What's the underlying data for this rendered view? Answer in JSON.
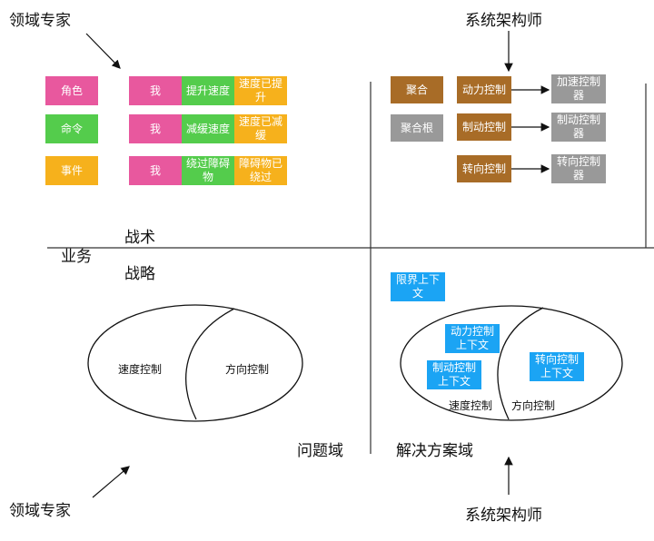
{
  "labels": {
    "domain_expert_top": "领域专家",
    "architect_top": "系统架构师",
    "domain_expert_bottom": "领域专家",
    "architect_bottom": "系统架构师",
    "business": "业务",
    "tactical": "战术",
    "strategic": "战略",
    "problem_domain": "问题域",
    "solution_domain": "解决方案域"
  },
  "tactical_business": {
    "types": [
      "角色",
      "命令",
      "事件"
    ],
    "rows": [
      {
        "actor": "我",
        "command": "提升速度",
        "event": "速度已提升"
      },
      {
        "actor": "我",
        "command": "减缓速度",
        "event": "速度已减缓"
      },
      {
        "actor": "我",
        "command": "绕过障碍物",
        "event": "障碍物已绕过"
      }
    ]
  },
  "tactical_solution": {
    "aggregate": "聚合",
    "aggregate_root": "聚合根",
    "controls": [
      "动力控制",
      "制动控制",
      "转向控制"
    ],
    "devices": [
      "加速控制器",
      "制动控制器",
      "转向控制器"
    ]
  },
  "problem_space": {
    "subdomains": [
      "速度控制",
      "方向控制"
    ]
  },
  "solution_space": {
    "bounded_context": "限界上下文",
    "contexts": [
      "动力控制上下文",
      "制动控制上下文",
      "转向控制上下文"
    ],
    "subdomain_labels": [
      "速度控制",
      "方向控制"
    ]
  },
  "colors": {
    "actor": "#e8589e",
    "command": "#54cc4c",
    "event": "#f6b11c",
    "aggregate": "#a86c27",
    "device": "#999999",
    "context": "#1ba4f4"
  }
}
